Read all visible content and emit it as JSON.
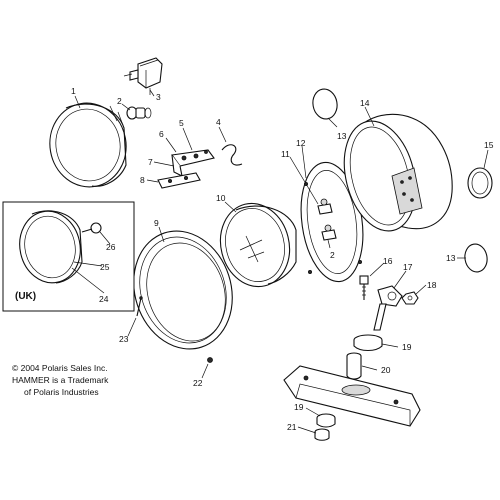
{
  "callouts": {
    "c1": "1",
    "c2a": "2",
    "c2b": "2",
    "c3": "3",
    "c4": "4",
    "c5": "5",
    "c6": "6",
    "c7": "7",
    "c8": "8",
    "c9": "9",
    "c10": "10",
    "c11": "11",
    "c12": "12",
    "c13a": "13",
    "c13b": "13",
    "c14": "14",
    "c15": "15",
    "c16": "16",
    "c17": "17",
    "c18": "18",
    "c19a": "19",
    "c19b": "19",
    "c20": "20",
    "c21": "21",
    "c22": "22",
    "c23": "23",
    "c24": "24",
    "c25": "25",
    "c26": "26"
  },
  "uk_label": "(UK)",
  "notes": {
    "line1": "© 2004 Polaris Sales Inc.",
    "line2": "HAMMER is a Trademark",
    "line3": "of Polaris Industries"
  }
}
